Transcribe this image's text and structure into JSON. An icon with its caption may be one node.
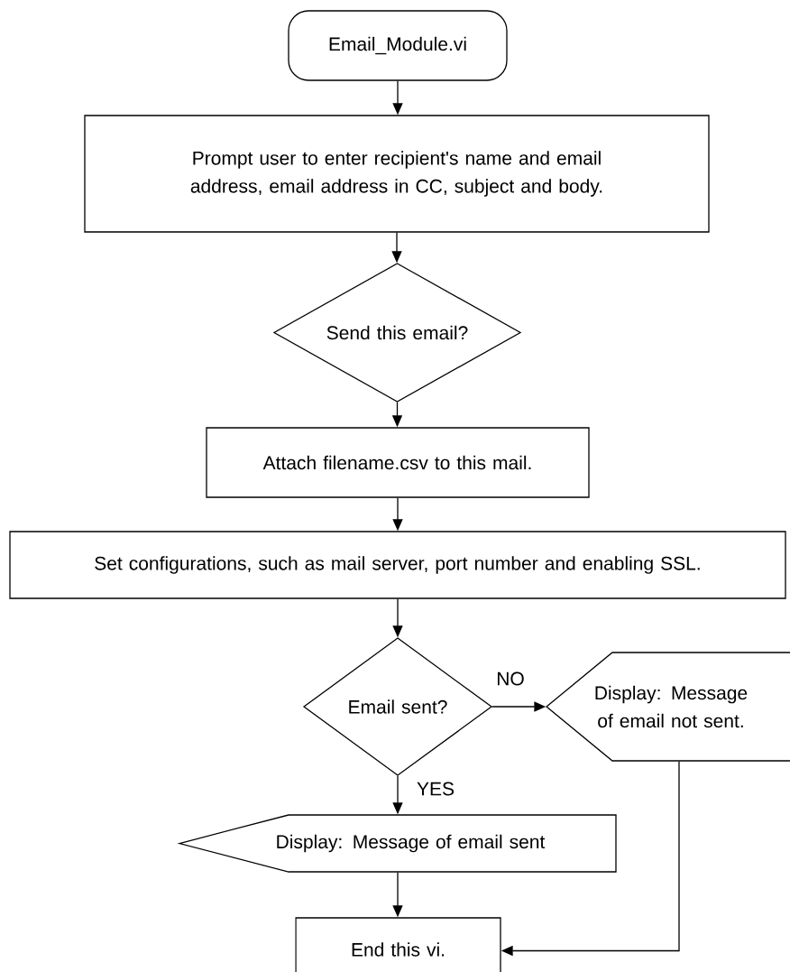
{
  "diagram": {
    "nodes": [
      {
        "text": [
          "Email_Module.vi"
        ]
      },
      {
        "text": [
          "Prompt user to enter recipient's name and email address, email address in CC, subject and body."
        ]
      },
      {
        "text": [
          "Send this email?"
        ]
      },
      {
        "text": [
          "Attach filename.csv to this mail."
        ]
      },
      {
        "text": [
          "Set configurations, such as mail server, port number and enabling SSL."
        ]
      },
      {
        "text": [
          "Email sent?"
        ]
      },
      {
        "text": [
          "Display: Message of email not sent."
        ]
      },
      {
        "text": [
          "Display: Message of email sent"
        ]
      },
      {
        "text": [
          "End this vi."
        ]
      }
    ],
    "edges": [
      {
        "from": 0,
        "to": 1,
        "arrow": "to"
      },
      {
        "from": 1,
        "to": 2,
        "arrow": "to"
      },
      {
        "from": 2,
        "to": 3,
        "arrow": "to"
      },
      {
        "from": 3,
        "to": 4,
        "arrow": "to"
      },
      {
        "from": 4,
        "to": 5,
        "arrow": "to"
      },
      {
        "from": 5,
        "to": 6,
        "arrow": "to",
        "label": "NO"
      },
      {
        "from": 5,
        "to": 7,
        "arrow": "to",
        "label": "YES"
      },
      {
        "from": 7,
        "to": 8,
        "arrow": "to"
      },
      {
        "from": 6,
        "to": 8,
        "arrow": "to"
      }
    ]
  }
}
